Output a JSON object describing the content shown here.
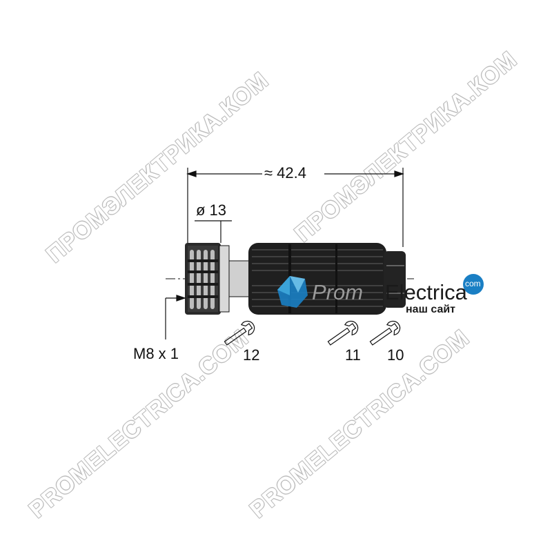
{
  "dimensions": {
    "length_label": "≈ 42.4",
    "diameter_label": "ø 13",
    "thread_label": "M8 x 1",
    "wrench_sizes": [
      "12",
      "11",
      "10"
    ]
  },
  "logo": {
    "name_part1": "Prom",
    "name_part2": "Electrica",
    "badge": "com",
    "tagline": "наш сайт"
  },
  "watermarks": {
    "cyrillic": "ПРОМЭЛЕКТРИКА.КОМ",
    "latin": "PROMELECTRICA.COM"
  },
  "colors": {
    "line": "#111111",
    "connector": "#1f1f1f",
    "logo_blue": "#1a7fc4",
    "watermark_outline": "#b4b4b4"
  }
}
